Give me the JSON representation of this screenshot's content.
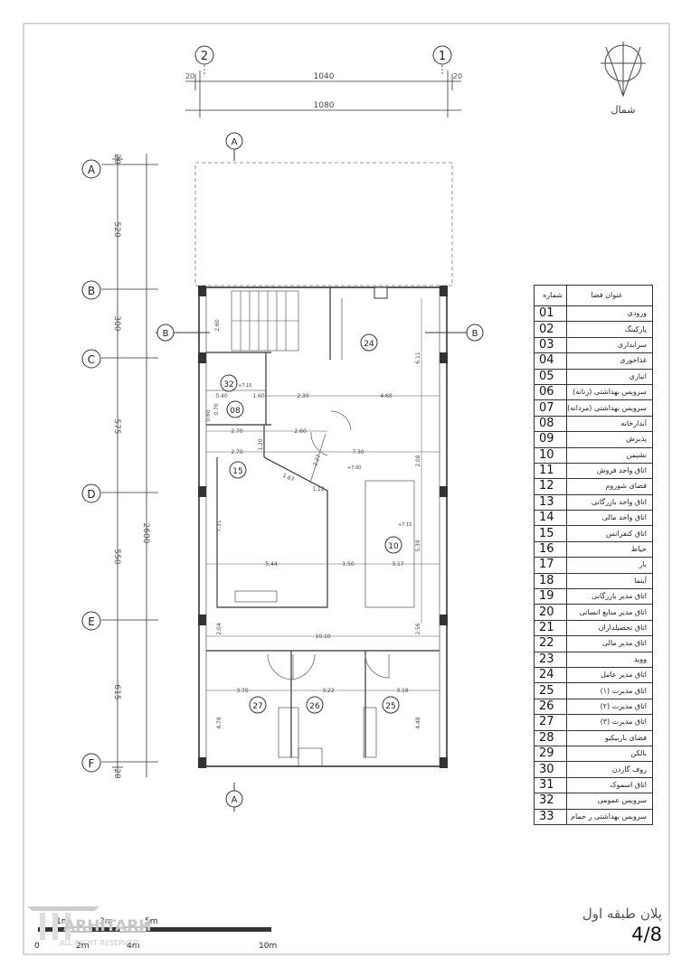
{
  "grid": {
    "columns": [
      "2",
      "1"
    ],
    "rows": [
      "A",
      "B",
      "C",
      "D",
      "E",
      "F"
    ],
    "row_spans": [
      "20",
      "520",
      "300",
      "575",
      "550",
      "615",
      "20"
    ],
    "overall_vertical": "2600",
    "top_dims": [
      "20",
      "1040",
      "20"
    ],
    "overall_horizontal": "1080"
  },
  "sections": {
    "a": "A",
    "b": "B"
  },
  "rooms": [
    "24",
    "32",
    "08",
    "15",
    "10",
    "27",
    "26",
    "25"
  ],
  "levels": [
    "+7.15",
    "+7.00",
    "+7.15"
  ],
  "inner_dims": {
    "d260": "2.60",
    "d230": "2.30",
    "d460": "4.60",
    "d611": "6.11",
    "d160": "1.60",
    "d040": "0.40",
    "d070": "0.70",
    "d060": "0.60",
    "d270a": "2.70",
    "d260b": "2.60",
    "d270b": "2.70",
    "d730": "7.30",
    "d120": "1.20",
    "d227": "2.27",
    "d208": "2.08",
    "d167": "1.67",
    "d112": "1.12",
    "d731": "7.31",
    "d539": "5.39",
    "d544": "5.44",
    "d150": "1.50",
    "d317": "3.17",
    "d204": "2.04",
    "d256": "2.56",
    "d1010": "10.10",
    "d370": "3.70",
    "d322": "3.22",
    "d318": "3.18",
    "d478": "4.78",
    "d448": "4.48"
  },
  "legend": {
    "header_num": "شماره",
    "header_name": "عنوان فضا",
    "rows": [
      {
        "num": "01",
        "name": "ورودی"
      },
      {
        "num": "02",
        "name": "پارکینگ"
      },
      {
        "num": "03",
        "name": "سرایداری"
      },
      {
        "num": "04",
        "name": "غذاخوری"
      },
      {
        "num": "05",
        "name": "انباری"
      },
      {
        "num": "06",
        "name": "سرویس بهداشتی (زنانه)"
      },
      {
        "num": "07",
        "name": "سرویس بهداشتی (مردانه)"
      },
      {
        "num": "08",
        "name": "آبدارخانه"
      },
      {
        "num": "09",
        "name": "پذیرش"
      },
      {
        "num": "10",
        "name": "نشیمن"
      },
      {
        "num": "11",
        "name": "اتاق واحد فروش"
      },
      {
        "num": "12",
        "name": "فضای شوروم"
      },
      {
        "num": "13",
        "name": "اتاق واحد بازرگانی"
      },
      {
        "num": "14",
        "name": "اتاق واحد مالی"
      },
      {
        "num": "15",
        "name": "اتاق کنفرانس"
      },
      {
        "num": "16",
        "name": "حیاط"
      },
      {
        "num": "17",
        "name": "بار"
      },
      {
        "num": "18",
        "name": "آینما"
      },
      {
        "num": "19",
        "name": "اتاق مدیر بازرگانی"
      },
      {
        "num": "20",
        "name": "اتاق مدیر منابع انسانی"
      },
      {
        "num": "21",
        "name": "اتاق تحصیلداران"
      },
      {
        "num": "22",
        "name": "اتاق مدیر مالی"
      },
      {
        "num": "23",
        "name": "وويد"
      },
      {
        "num": "24",
        "name": "اتاق مدیر عامل"
      },
      {
        "num": "25",
        "name": "اتاق مدیرت (۱)"
      },
      {
        "num": "26",
        "name": "اتاق مدیرت (۲)"
      },
      {
        "num": "27",
        "name": "اتاق مدیرت (۳)"
      },
      {
        "num": "28",
        "name": "فضای باربیکیو"
      },
      {
        "num": "29",
        "name": "بالکن"
      },
      {
        "num": "30",
        "name": "روف گاردن"
      },
      {
        "num": "31",
        "name": "اتاق اسموک"
      },
      {
        "num": "32",
        "name": "سرویس عمومی"
      },
      {
        "num": "33",
        "name": "سرویس بهداشتی ر حمام"
      }
    ]
  },
  "north_label": "شمال",
  "scale_bar": {
    "labels": [
      "0",
      "2m",
      "3m",
      "4m",
      "5m",
      "10m",
      "1m"
    ]
  },
  "logo": {
    "name": "ARHITARH",
    "tagline": "ALL RIGHT RESERVED"
  },
  "sheet": {
    "title": "پلان طبقه اول",
    "number": "4/8"
  }
}
